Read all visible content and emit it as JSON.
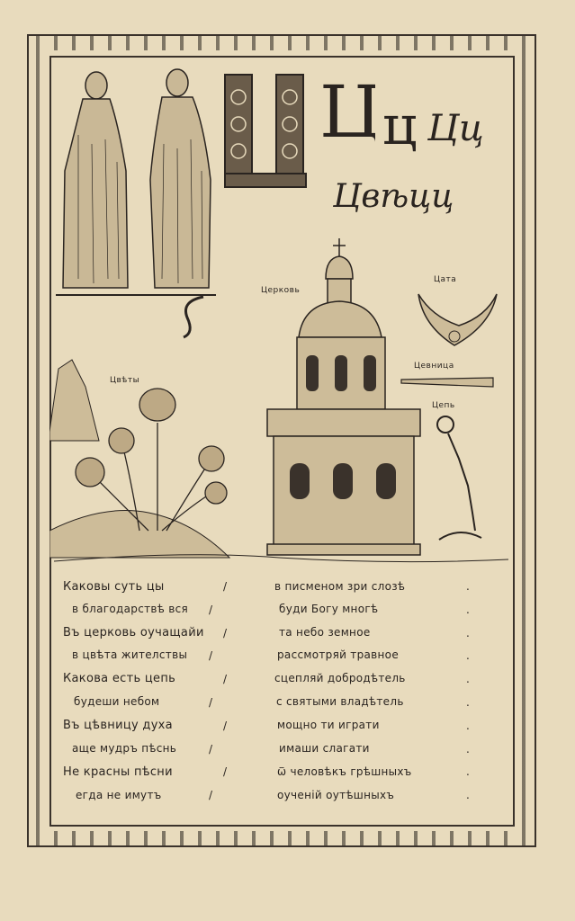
{
  "letters": {
    "ornamental": "Ц",
    "print_upper": "Ц",
    "print_lower": "ц",
    "cursive": "Цц",
    "cursive_variants": "Цвѣцц"
  },
  "labels": {
    "church": "Церковь",
    "tsata": "Цата",
    "tsevnitsa": "Цевница",
    "chain": "Цепь",
    "flowers": "Цвѣты"
  },
  "verses": [
    {
      "left": "Каковы суть цы",
      "right": "в писменом зри слозѣ"
    },
    {
      "left": "в благодарствѣ вся",
      "right": "буди Богу многѣ"
    },
    {
      "left": "Въ церковь оучащайи",
      "right": "та небо земное"
    },
    {
      "left": "в цвѣта жителствы",
      "right": "рассмотряй травное"
    },
    {
      "left": "Какова есть цепь",
      "right": "сцепляй добродѣтель"
    },
    {
      "left": "будеши небом",
      "right": "с святыми владѣтель"
    },
    {
      "left": "Въ цѣвницу духа",
      "right": "мощно ти играти"
    },
    {
      "left": "аще мудръ пѣснь",
      "right": "имаши слагати"
    },
    {
      "left": "Не красны пѣсни",
      "right": "ѿ человѣкъ грѣшныхъ"
    },
    {
      "left": "егда не имутъ",
      "right": "оученій оутѣшныхъ"
    }
  ],
  "separator": "/",
  "end_mark": "."
}
